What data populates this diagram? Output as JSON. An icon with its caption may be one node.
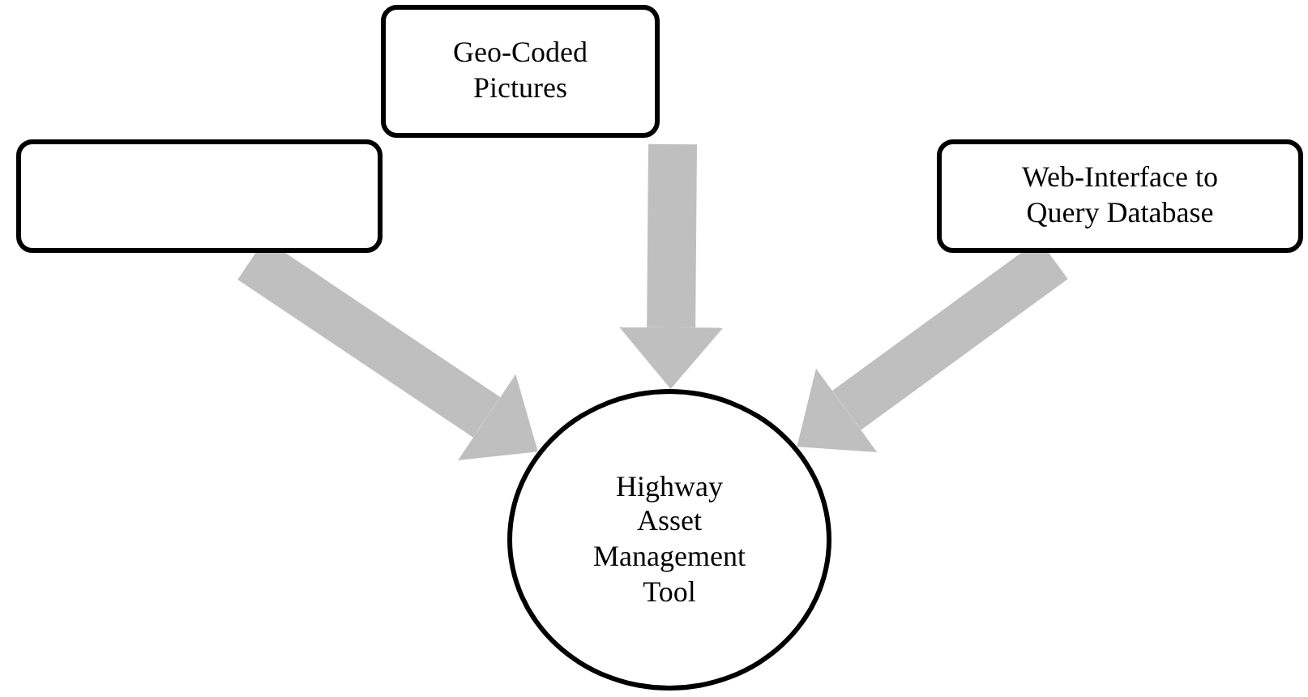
{
  "diagram": {
    "nodes": [
      {
        "text": [],
        "shape": "box"
      },
      {
        "text": [
          "Geo-Coded Pictures"
        ]
      },
      {
        "text": [
          "Web-Interface to Query Database"
        ]
      },
      {
        "text": [
          "Highway Asset Management Tool"
        ]
      }
    ],
    "edges": [
      {
        "from": 0,
        "to": 3,
        "arrow": "to"
      },
      {
        "from": 1,
        "to": 3,
        "arrow": "to"
      },
      {
        "from": 2,
        "to": 3,
        "arrow": "to"
      }
    ]
  }
}
